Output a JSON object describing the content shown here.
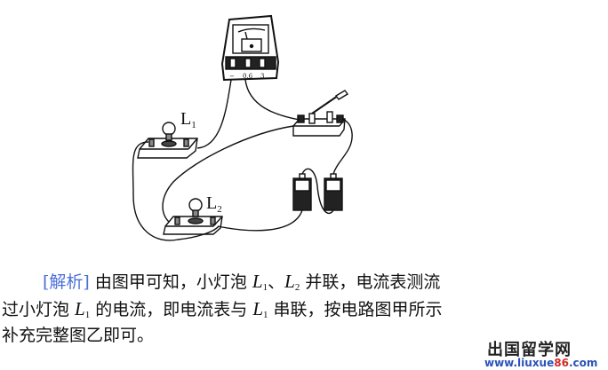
{
  "diagram": {
    "bulb1_label": "L",
    "bulb1_sub": "1",
    "bulb2_label": "L",
    "bulb2_sub": "2",
    "ammeter_terminals": [
      "−",
      "0.6",
      "3"
    ]
  },
  "text": {
    "tag": "[解析]",
    "l1_a": "由图甲可知，小灯泡 ",
    "L": "L",
    "s1": "1",
    "s2": "2",
    "l1_sep": "、",
    "l1_b": " 并联，电流表测流",
    "l2_a": "过小灯泡 ",
    "l2_b": " 的电流，即电流表与 ",
    "l2_c": " 串联，按电路图甲所示",
    "l3": "补充完整图乙即可。"
  },
  "watermark": {
    "name": "出国留学网",
    "url_a": "www.liuxue",
    "url_b": "86",
    "url_c": ".com"
  }
}
